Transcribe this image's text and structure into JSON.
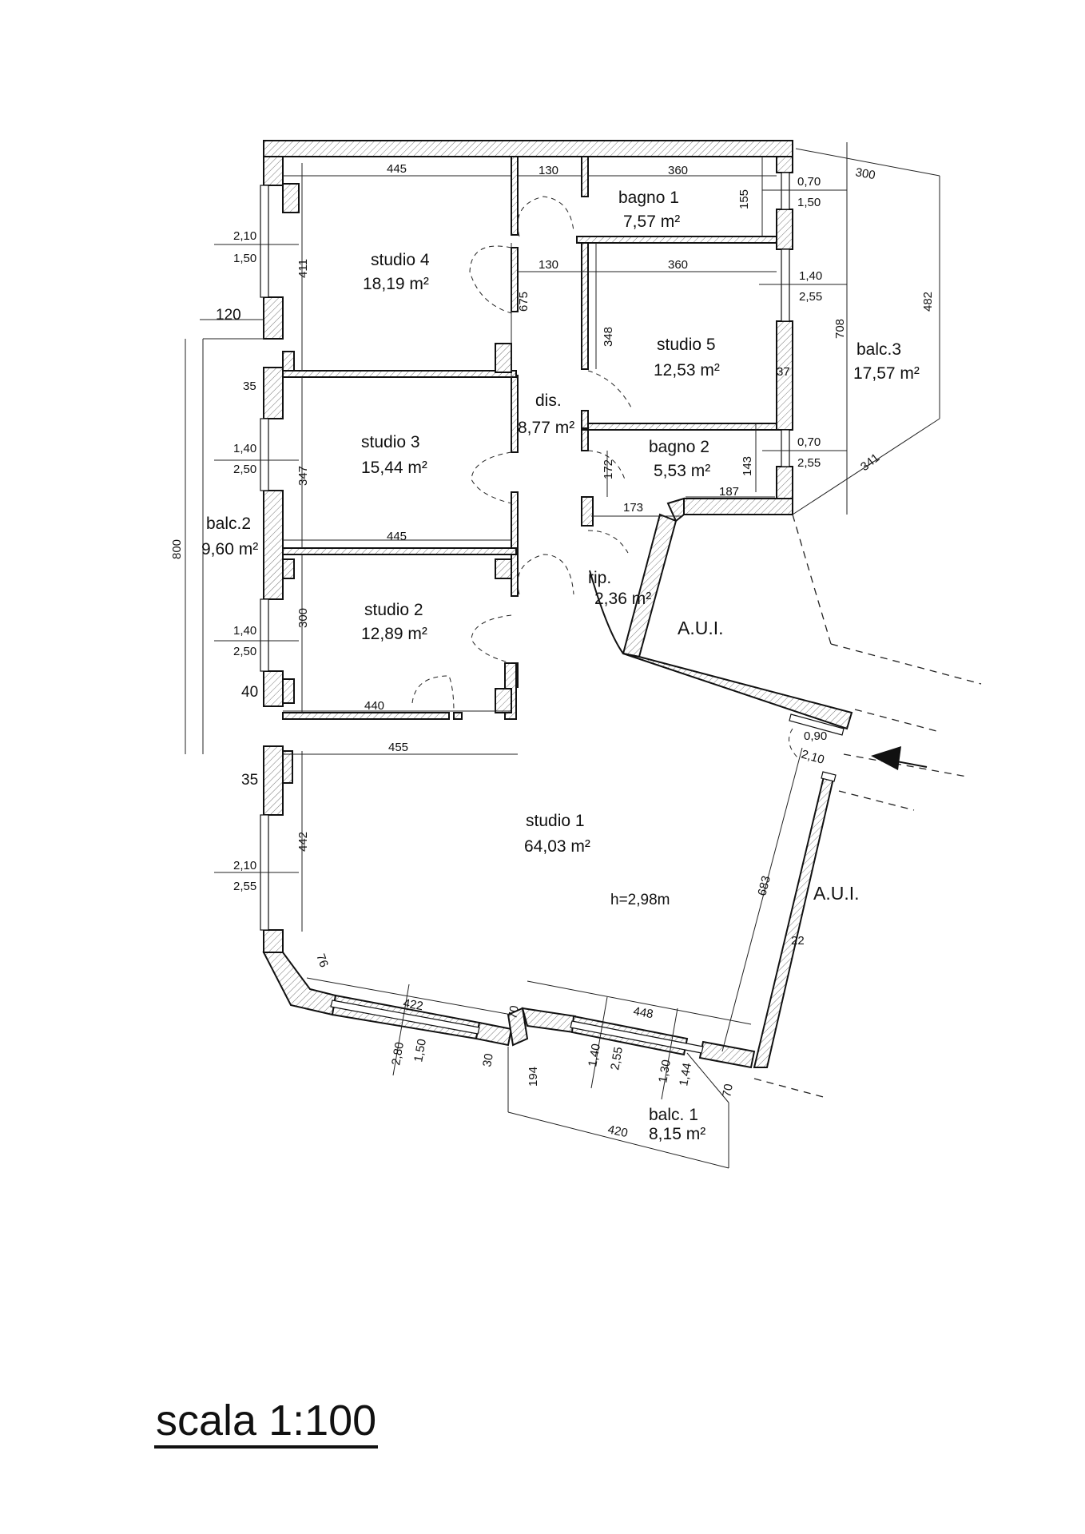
{
  "rooms": {
    "studio4": {
      "name": "studio 4",
      "area": "18,19 m²"
    },
    "studio5": {
      "name": "studio 5",
      "area": "12,53 m²"
    },
    "studio3": {
      "name": "studio 3",
      "area": "15,44 m²"
    },
    "studio2": {
      "name": "studio 2",
      "area": "12,89 m²"
    },
    "studio1": {
      "name": "studio 1",
      "area": "64,03 m²",
      "height": "h=2,98m"
    },
    "bagno1": {
      "name": "bagno 1",
      "area": "7,57 m²"
    },
    "bagno2": {
      "name": "bagno 2",
      "area": "5,53 m²"
    },
    "dis": {
      "name": "dis.",
      "area": "8,77 m²"
    },
    "rip": {
      "name": "rip.",
      "area": "2,36 m²"
    },
    "balc1": {
      "name": "balc. 1",
      "area": "8,15 m²"
    },
    "balc2": {
      "name": "balc.2",
      "area": "9,60 m²"
    },
    "balc3": {
      "name": "balc.3",
      "area": "17,57 m²"
    },
    "aui_top": {
      "name": "A.U.I."
    },
    "aui_right": {
      "name": "A.U.I."
    }
  },
  "dimensions": {
    "d445_top": "445",
    "d130_top": "130",
    "d360_top": "360",
    "d300": "300",
    "d155": "155",
    "d070_a": "0,70",
    "d150_a": "1,50",
    "d130_mid": "130",
    "d360_mid": "360",
    "d140_s5": "1,40",
    "d255_s5": "2,55",
    "d210_s4": "2,10",
    "d150_s4": "1,50",
    "d411": "411",
    "d675": "675",
    "d120": "120",
    "d348": "348",
    "d708": "708",
    "d482": "482",
    "d37": "37",
    "d35_a": "35",
    "d140_s3": "1,40",
    "d250_s3": "2,50",
    "d347": "347",
    "d070_b": "0,70",
    "d255_b": "2,55",
    "d143": "143",
    "d172": "172",
    "d173": "173",
    "d187": "187",
    "d341": "341",
    "d445_mid": "445",
    "d800": "800",
    "d300_s2": "300",
    "d140_s2": "1,40",
    "d250_s2": "2,50",
    "d40": "40",
    "d440": "440",
    "d455": "455",
    "d090": "0,90",
    "d210_door": "2,10",
    "d35_b": "35",
    "d442": "442",
    "d210_s1": "2,10",
    "d255_s1": "2,55",
    "d683": "683",
    "d22": "22",
    "d76": "76",
    "d422": "422",
    "d70_a": "70",
    "d280": "2,80",
    "d150_b": "1,50",
    "d30": "30",
    "d448": "448",
    "d194": "194",
    "d140_b1": "1,40",
    "d255_b1": "2,55",
    "d130_b1": "1,30",
    "d144": "1,44",
    "d70_b": "70",
    "d420": "420"
  },
  "scale": "scala 1:100"
}
